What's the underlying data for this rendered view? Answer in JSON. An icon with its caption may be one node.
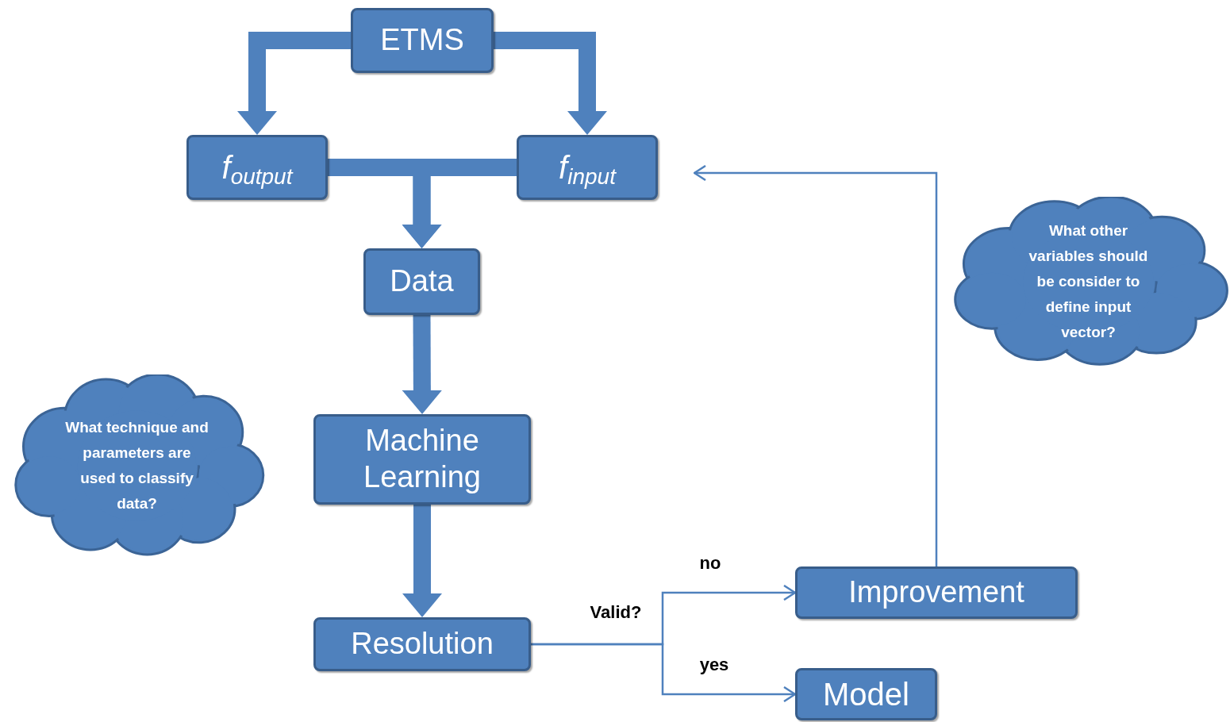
{
  "diagram": {
    "nodes": [
      {
        "text": [
          "ETMS"
        ]
      },
      {
        "text": [
          "f$_{output}$"
        ]
      },
      {
        "text": [
          "f$_{input}$"
        ]
      },
      {
        "text": [
          "Data"
        ]
      },
      {
        "text": [
          "Machine Learning"
        ]
      },
      {
        "text": [
          "Resolution"
        ]
      },
      {
        "text": [
          "Improvement"
        ]
      },
      {
        "text": [
          "Model"
        ]
      },
      {
        "text": [
          "What technique and parameters are used to classify data?"
        ]
      },
      {
        "text": [
          "What other variables should be consider to define input vector?"
        ]
      }
    ],
    "edges": [
      {
        "from": 0,
        "to": 1,
        "arrow": "to"
      },
      {
        "from": 0,
        "to": 2,
        "arrow": "to"
      },
      {
        "from": 1,
        "to": 3,
        "arrow": "to"
      },
      {
        "from": 2,
        "to": 3,
        "arrow": "to"
      },
      {
        "from": 3,
        "to": 4,
        "arrow": "to"
      },
      {
        "from": 4,
        "to": 5,
        "arrow": "to"
      },
      {
        "from": 5,
        "to": 6,
        "arrow": "to",
        "label": "no"
      },
      {
        "from": 5,
        "to": 7,
        "arrow": "to",
        "label": "yes"
      },
      {
        "from": 6,
        "to": 2,
        "arrow": "to"
      }
    ],
    "labels": [
      "Valid?"
    ]
  }
}
